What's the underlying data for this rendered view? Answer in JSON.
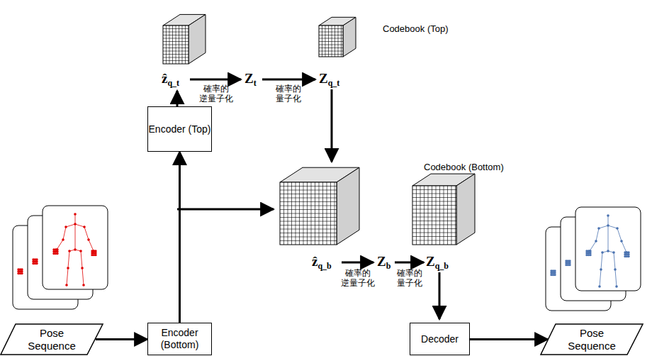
{
  "diagram": {
    "nodes": [
      {
        "text": [
          "Pose Sequence"
        ]
      },
      {
        "text": [
          "Encoder (Bottom)"
        ]
      },
      {
        "text": [
          "Encoder (Top)"
        ]
      },
      {
        "text": [
          "Decoder"
        ]
      },
      {
        "text": [
          "Pose Sequence"
        ]
      }
    ],
    "edges": [
      {
        "from": 0,
        "to": 1,
        "arrow": "to"
      },
      {
        "from": 1,
        "to": 2,
        "arrow": "to"
      },
      {
        "from": 3,
        "to": 4,
        "arrow": "to"
      }
    ],
    "labels": [
      "ẑq_t",
      "確率的 逆量子化",
      "Zt",
      "確率的 量子化",
      "Zq_t",
      "Codebook (Top)",
      "Codebook (Bottom)",
      "ẑq_b",
      "確率的 逆量子化",
      "Zb",
      "確率的 量子化",
      "Zq_b"
    ]
  }
}
